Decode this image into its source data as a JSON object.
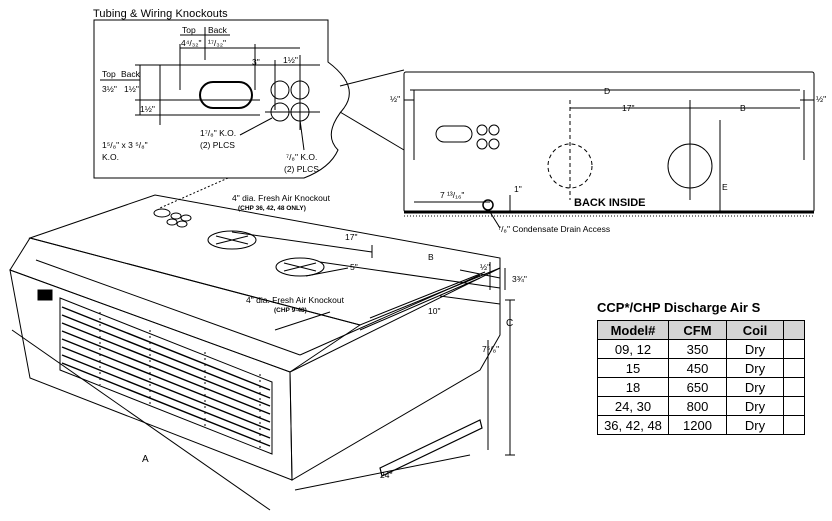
{
  "knockout_detail": {
    "caption": "Tubing & Wiring Knockouts",
    "top_label": "Top",
    "back_label": "Back",
    "top_dim": "4⁴/₃₂\"",
    "back_dim": "¹⁷/₃₂\"",
    "spacing_3": "3\"",
    "spacing_1_5": "1½\"",
    "side_top": "Top",
    "side_back": "Back",
    "side_top_dim": "3½\"",
    "side_back_dim": "1½\"",
    "side_lower_dim": "1½\"",
    "slot_size": "1⁵/₈\" x 3 ⁵/₈\"",
    "slot_ko": "K.O.",
    "ko_large": "1⁷/₈\" K.O.",
    "ko_large_qty": "(2) PLCS",
    "ko_small": "⁷/₈\" K.O.",
    "ko_small_qty": "(2) PLCS"
  },
  "back_view": {
    "dim_d": "D",
    "dim_17": "17\"",
    "dim_b": "B",
    "left_edge": "½\"",
    "right_edge": "½\"",
    "dim_e": "E",
    "bottom_offset": "7 ¹³/₁₆\"",
    "drain_height": "1\"",
    "label": "BACK INSIDE",
    "drain_note": "⁷/₈\" Condensate Drain Access"
  },
  "unit_view": {
    "fresh_air_1": "4\" dia. Fresh Air Knockout",
    "fresh_air_1_note": "(CHP 36, 42, 48 ONLY)",
    "fresh_air_2": "4\" dia. Fresh Air Knockout",
    "fresh_air_2_note": "(CHP 9-48)",
    "dim_17": "17\"",
    "dim_5": "5\"",
    "dim_b": "B",
    "dim_half": "½\"",
    "dim_3_75": "3¾\"",
    "dim_10": "10\"",
    "dim_c": "C",
    "dim_7_5": "7⁵/₈\"",
    "dim_a": "A",
    "dim_24": "24\""
  },
  "table": {
    "title": "CCP*/CHP Discharge Air S",
    "headers": [
      "Model#",
      "CFM",
      "Coil",
      ""
    ],
    "rows": [
      [
        "09, 12",
        "350",
        "Dry",
        ""
      ],
      [
        "15",
        "450",
        "Dry",
        ""
      ],
      [
        "18",
        "650",
        "Dry",
        ""
      ],
      [
        "24, 30",
        "800",
        "Dry",
        ""
      ],
      [
        "36, 42, 48",
        "1200",
        "Dry",
        ""
      ]
    ]
  }
}
